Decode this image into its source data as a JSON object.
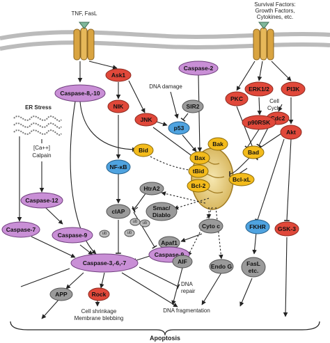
{
  "receptors": {
    "left_label": "TNF, FasL",
    "right_label": [
      "Survival Factors:",
      "Growth Factors,",
      "Cytokines, etc."
    ]
  },
  "nodes": {
    "ask1": "Ask1",
    "caspase2": "Caspase-2",
    "caspase810": "Caspase-8,-10",
    "nik": "NIK",
    "jnk": "JNK",
    "sir2": "SIR2",
    "p53": "p53",
    "bid": "Bid",
    "nfkb": "NF-κB",
    "bax": "Bax",
    "bak": "Bak",
    "tbid": "tBid",
    "bcl2": "Bcl-2",
    "bclxl": "Bcl-xL",
    "htra2": "HtrA2",
    "smac": [
      "Smac/",
      "Diablo"
    ],
    "ciap": "cIAP",
    "cytoc": "Cyto c",
    "apaf1": "Apaf1",
    "caspase9_right": "Caspase-9",
    "caspase12": "Caspase-12",
    "caspase9_left": "Caspase-9",
    "caspase7": "Caspase-7",
    "caspase367": "Caspase-3,-6,-7",
    "aif": "AIF",
    "endog": "Endo G",
    "app": "APP",
    "rock": "Rock",
    "pkc": "PKC",
    "erk12": "ERK1/2",
    "pi3k": "PI3K",
    "cdc2": "Cdc2",
    "p90rsk": "p90RSK",
    "akt": "Akt",
    "bad": "Bad",
    "fkhr": "FKHR",
    "gsk3": "GSK-3",
    "fasl": [
      "FasL",
      "etc."
    ],
    "ub": "ub"
  },
  "labels": {
    "er_stress": "ER Stress",
    "calcium": "[Ca++]",
    "calpain": "Calpain",
    "dna_damage": "DNA damage",
    "cell_cycle": [
      "Cell",
      "Cycle"
    ],
    "dna_repair": [
      "DNA",
      "repair"
    ],
    "dna_fragmentation": "DNA fragmentation",
    "cell_shrinkage": [
      "Cell shrinkage",
      "Membrane blebbing"
    ],
    "apoptosis": "Apoptosis"
  },
  "colors": {
    "red": "#e0483a",
    "purple": "#c98fd6",
    "blue": "#4fa3e0",
    "yellow": "#f3bb1c",
    "gray": "#9a9a9a",
    "receptor": "#d9a441"
  }
}
